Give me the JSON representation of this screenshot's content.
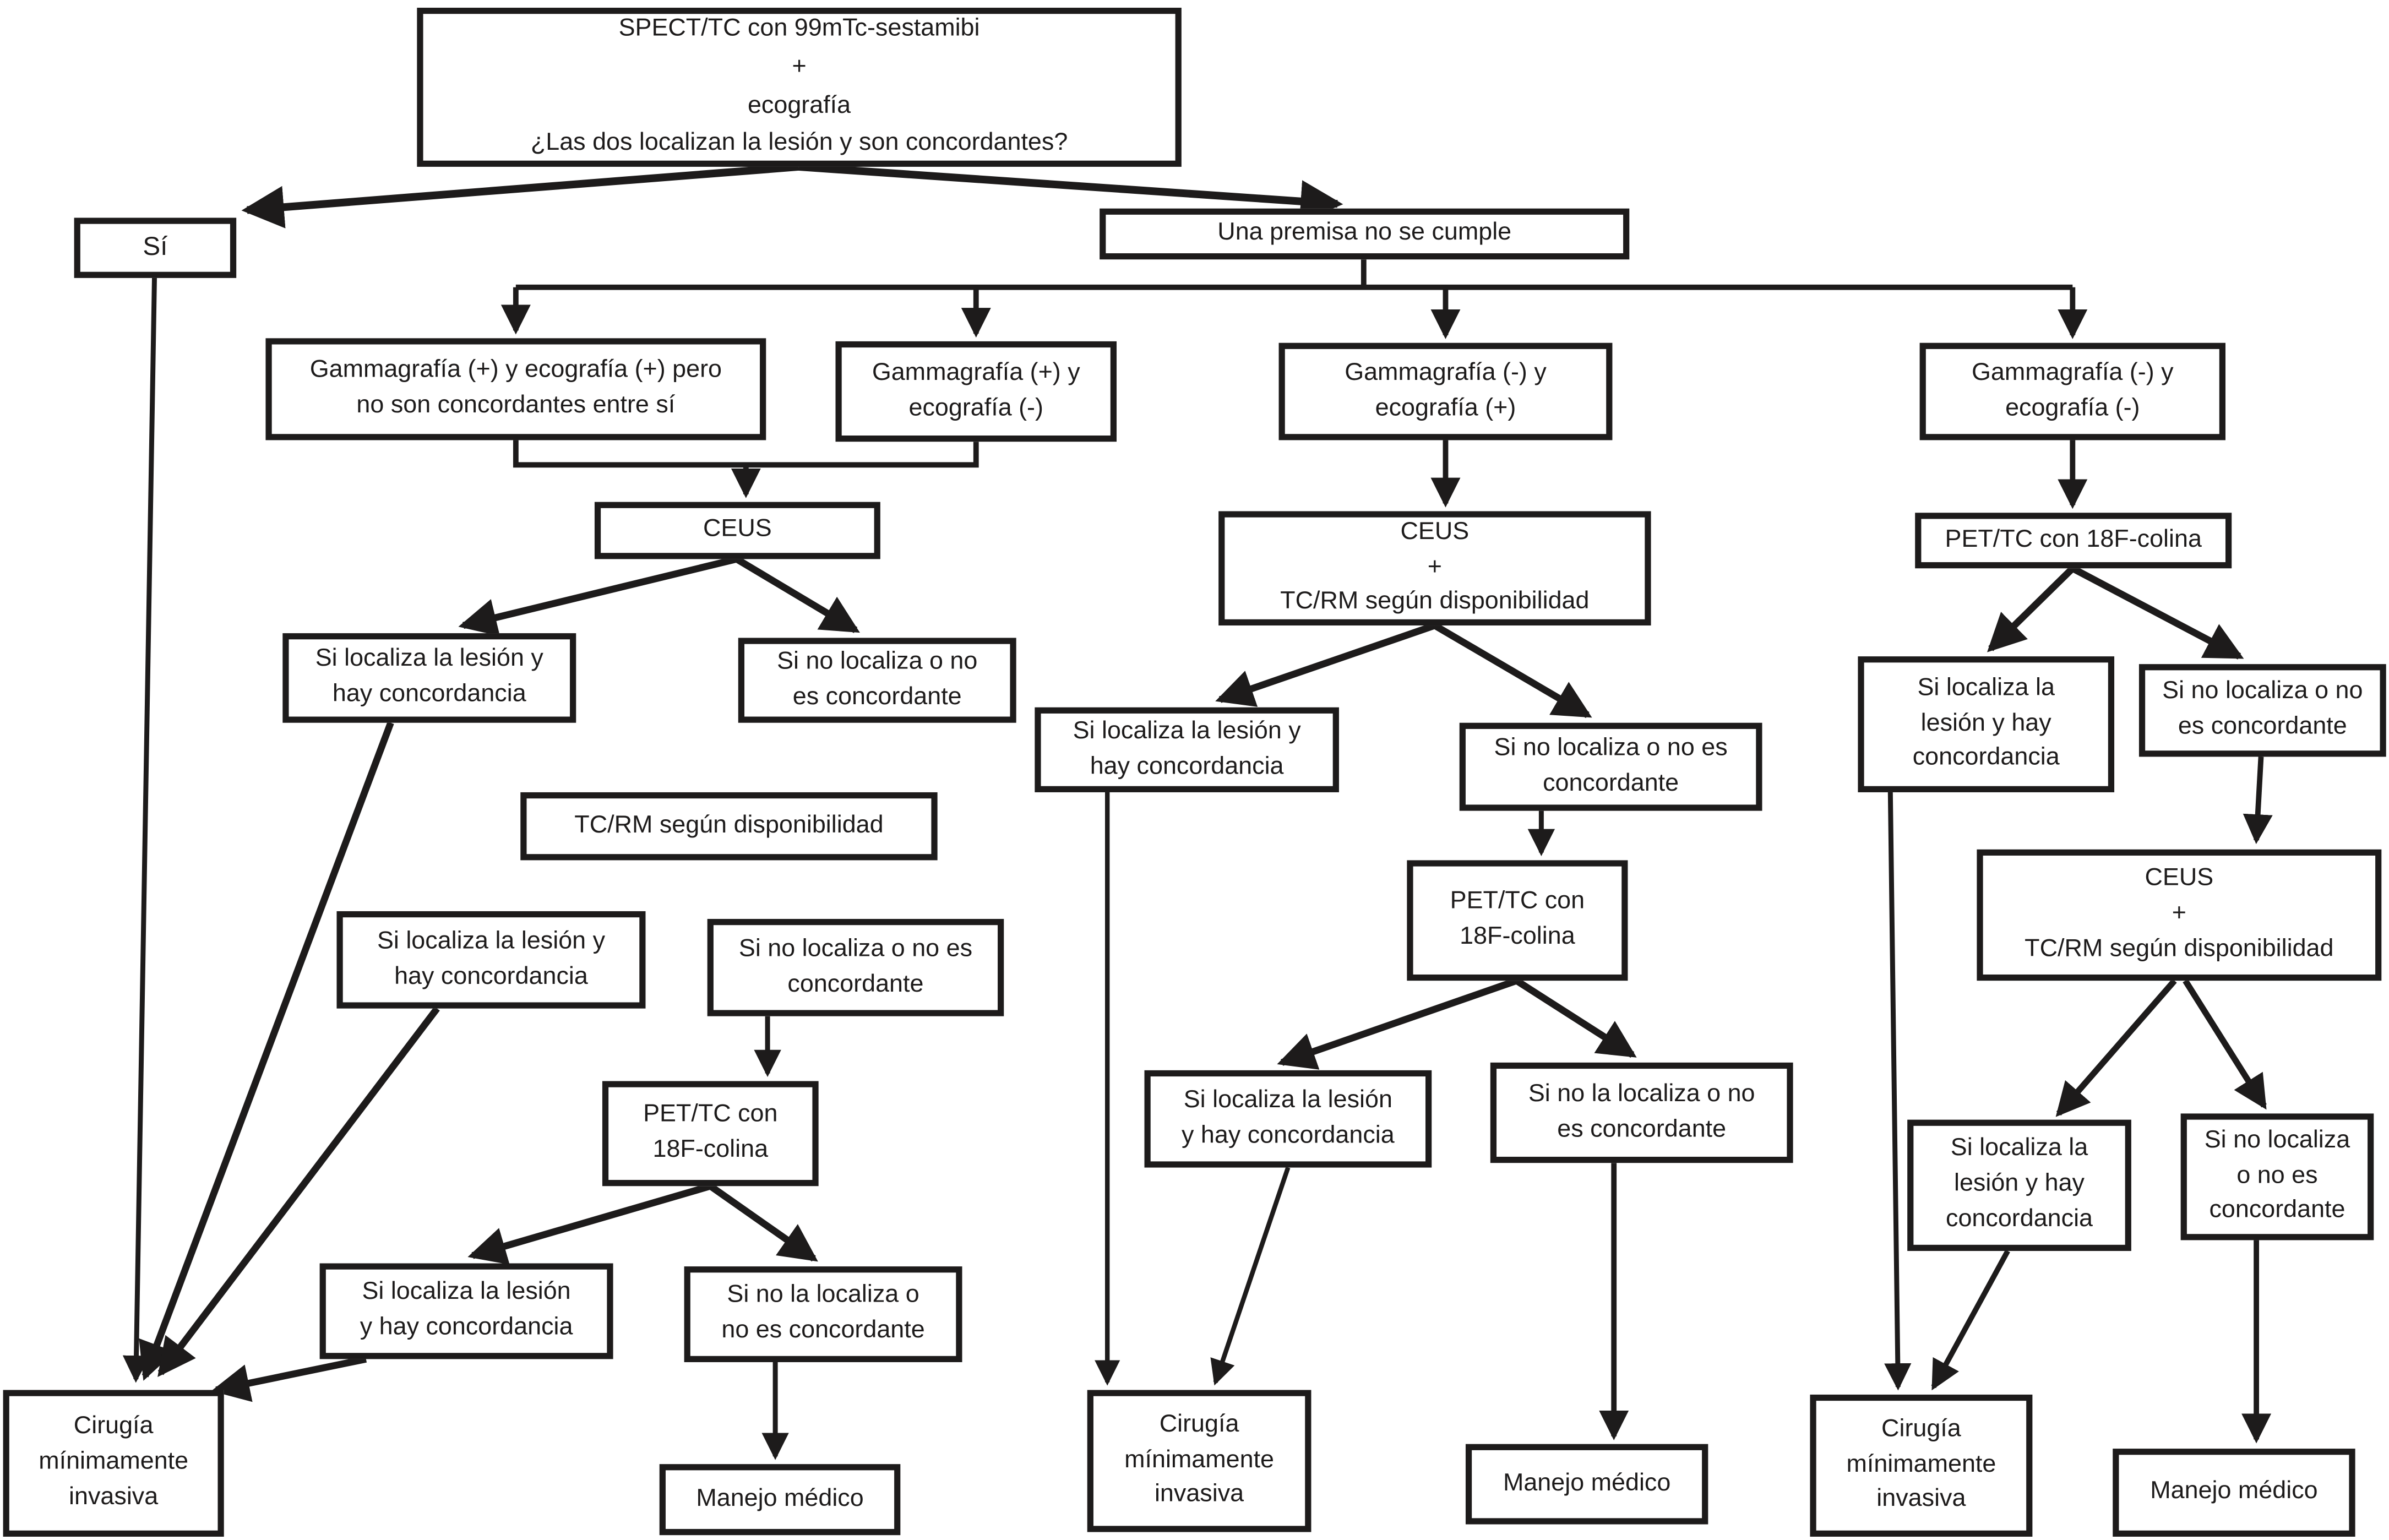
{
  "colors": {
    "ink": "#1d1b1b",
    "background": "#ffffff"
  },
  "diagram": {
    "nodes": {
      "start": {
        "label": "SPECT/TC con 99mTc-sestamibi\n+\necografía\n¿Las dos localizan la lesión y son concordantes?"
      },
      "yes": {
        "label": "Sí"
      },
      "premise_fail": {
        "label": "Una premisa no se cumple"
      },
      "g_pp": {
        "label": "Gammagrafía (+) y ecografía (+) pero\nno son concordantes entre sí"
      },
      "g_pn": {
        "label": "Gammagrafía (+) y\necografía (-)"
      },
      "g_np": {
        "label": "Gammagrafía (-) y\necografía (+)"
      },
      "g_nn": {
        "label": "Gammagrafía (-) y\necografía (-)"
      },
      "ceus_left": {
        "label": "CEUS"
      },
      "l1a": {
        "label": "Si localiza la lesión y\nhay concordancia"
      },
      "l1b": {
        "label": "Si no localiza o no\nes concordante"
      },
      "tcrm_left": {
        "label": "TC/RM según disponibilidad"
      },
      "l2a": {
        "label": "Si localiza la lesión y\nhay concordancia"
      },
      "l2b": {
        "label": "Si no localiza o no es\nconcordante"
      },
      "pet_left": {
        "label": "PET/TC con\n18F-colina"
      },
      "l3a": {
        "label": "Si localiza la lesión\ny hay concordancia"
      },
      "l3b": {
        "label": "Si no la localiza o\nno es concordante"
      },
      "surgery_left": {
        "label": "Cirugía\nmínimamente\ninvasiva"
      },
      "medical_left": {
        "label": "Manejo médico"
      },
      "ceus_mid": {
        "label": "CEUS\n+\nTC/RM según disponibilidad"
      },
      "m1a": {
        "label": "Si localiza la lesión y\nhay concordancia"
      },
      "m1b": {
        "label": "Si no localiza o no es\nconcordante"
      },
      "pet_mid": {
        "label": "PET/TC con\n18F-colina"
      },
      "m2a": {
        "label": "Si localiza la lesión\ny hay concordancia"
      },
      "m2b": {
        "label": "Si no la localiza o no\nes concordante"
      },
      "surgery_mid": {
        "label": "Cirugía\nmínimamente\ninvasiva"
      },
      "medical_mid": {
        "label": "Manejo médico"
      },
      "pet_right": {
        "label": "PET/TC con 18F-colina"
      },
      "r1a": {
        "label": "Si localiza la\nlesión y hay\nconcordancia"
      },
      "r1b": {
        "label": "Si no localiza o no\nes concordante"
      },
      "ceus_right": {
        "label": "CEUS\n+\nTC/RM según disponibilidad"
      },
      "r2a": {
        "label": "Si localiza la\nlesión y hay\nconcordancia"
      },
      "r2b": {
        "label": "Si no localiza\no no es\nconcordante"
      },
      "surgery_right": {
        "label": "Cirugía\nmínimamente\ninvasiva"
      },
      "medical_right": {
        "label": "Manejo médico"
      }
    }
  }
}
